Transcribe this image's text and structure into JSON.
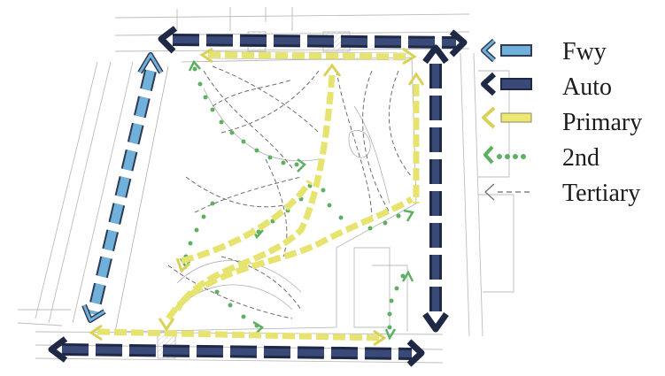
{
  "legend": [
    {
      "label": "Fwy",
      "color": "#6fb1da",
      "icon": "freeway-arrow-icon"
    },
    {
      "label": "Auto",
      "color": "#2c3b63",
      "icon": "auto-arrow-icon"
    },
    {
      "label": "Primary",
      "color": "#ece873",
      "icon": "primary-arrow-icon"
    },
    {
      "label": "2nd",
      "color": "#5db062",
      "icon": "secondary-dotted-arrow-icon"
    },
    {
      "label": "Tertiary",
      "color": "#9a9a9a",
      "icon": "tertiary-dashed-arrow-icon"
    }
  ]
}
